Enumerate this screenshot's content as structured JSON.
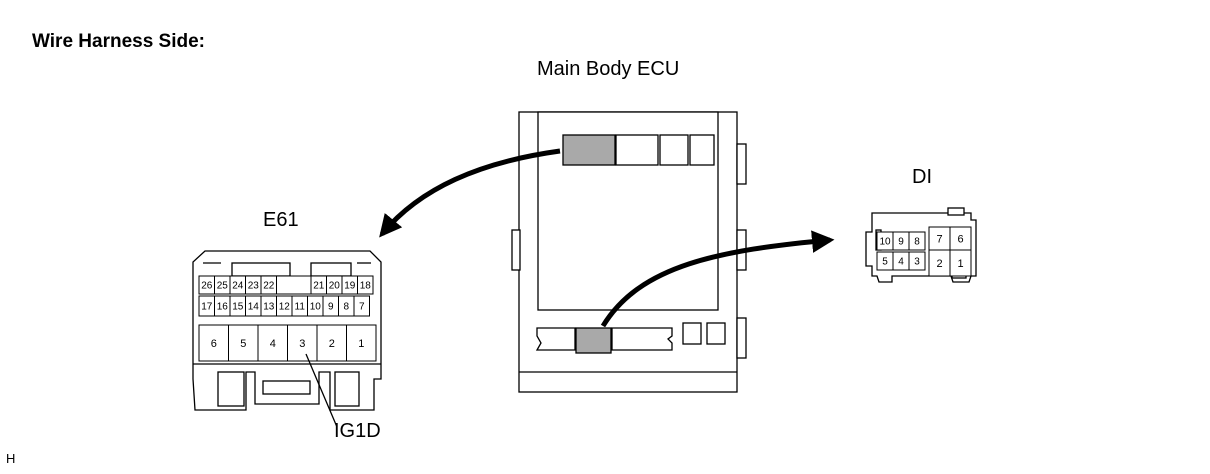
{
  "heading": "Wire Harness Side:",
  "main_ecu": {
    "label": "Main Body ECU"
  },
  "e61": {
    "label": "E61",
    "row1": [
      "26",
      "25",
      "24",
      "23",
      "22",
      "21",
      "20",
      "19",
      "18"
    ],
    "row2": [
      "17",
      "16",
      "15",
      "14",
      "13",
      "12",
      "11",
      "10",
      "9",
      "8",
      "7"
    ],
    "row3": [
      "6",
      "5",
      "4",
      "3",
      "2",
      "1"
    ],
    "callout": "IG1D"
  },
  "di": {
    "label": "DI",
    "top": [
      "10",
      "9",
      "8",
      "7",
      "6"
    ],
    "bottom": [
      "5",
      "4",
      "3",
      "2",
      "1"
    ]
  },
  "corner_mark": "H",
  "colors": {
    "highlight": "#a9a9a9",
    "line": "#000000"
  }
}
